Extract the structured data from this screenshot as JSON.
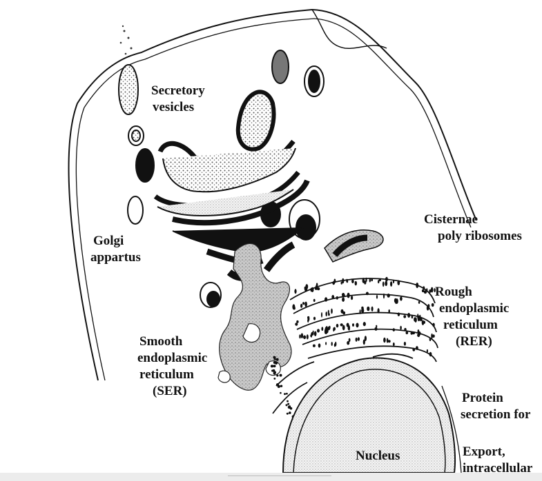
{
  "labels": {
    "secretory": [
      "Secretory",
      "vesicles"
    ],
    "golgi": [
      "Golgi",
      "appartus"
    ],
    "cisternae": [
      "Cisternae",
      "poly ribosomes"
    ],
    "rough": [
      "Rough",
      "endoplasmic",
      "reticulum",
      "(RER)"
    ],
    "smooth": [
      "Smooth",
      "endoplasmic",
      "reticulum",
      "(SER)"
    ],
    "protein": [
      "Protein",
      "secretion for"
    ],
    "export": [
      "Export,",
      "intracellular"
    ],
    "nucleus": "Nucleus"
  },
  "colors": {
    "ink": "#111111",
    "stipple": "#6a6a6a",
    "background": "#ffffff"
  }
}
